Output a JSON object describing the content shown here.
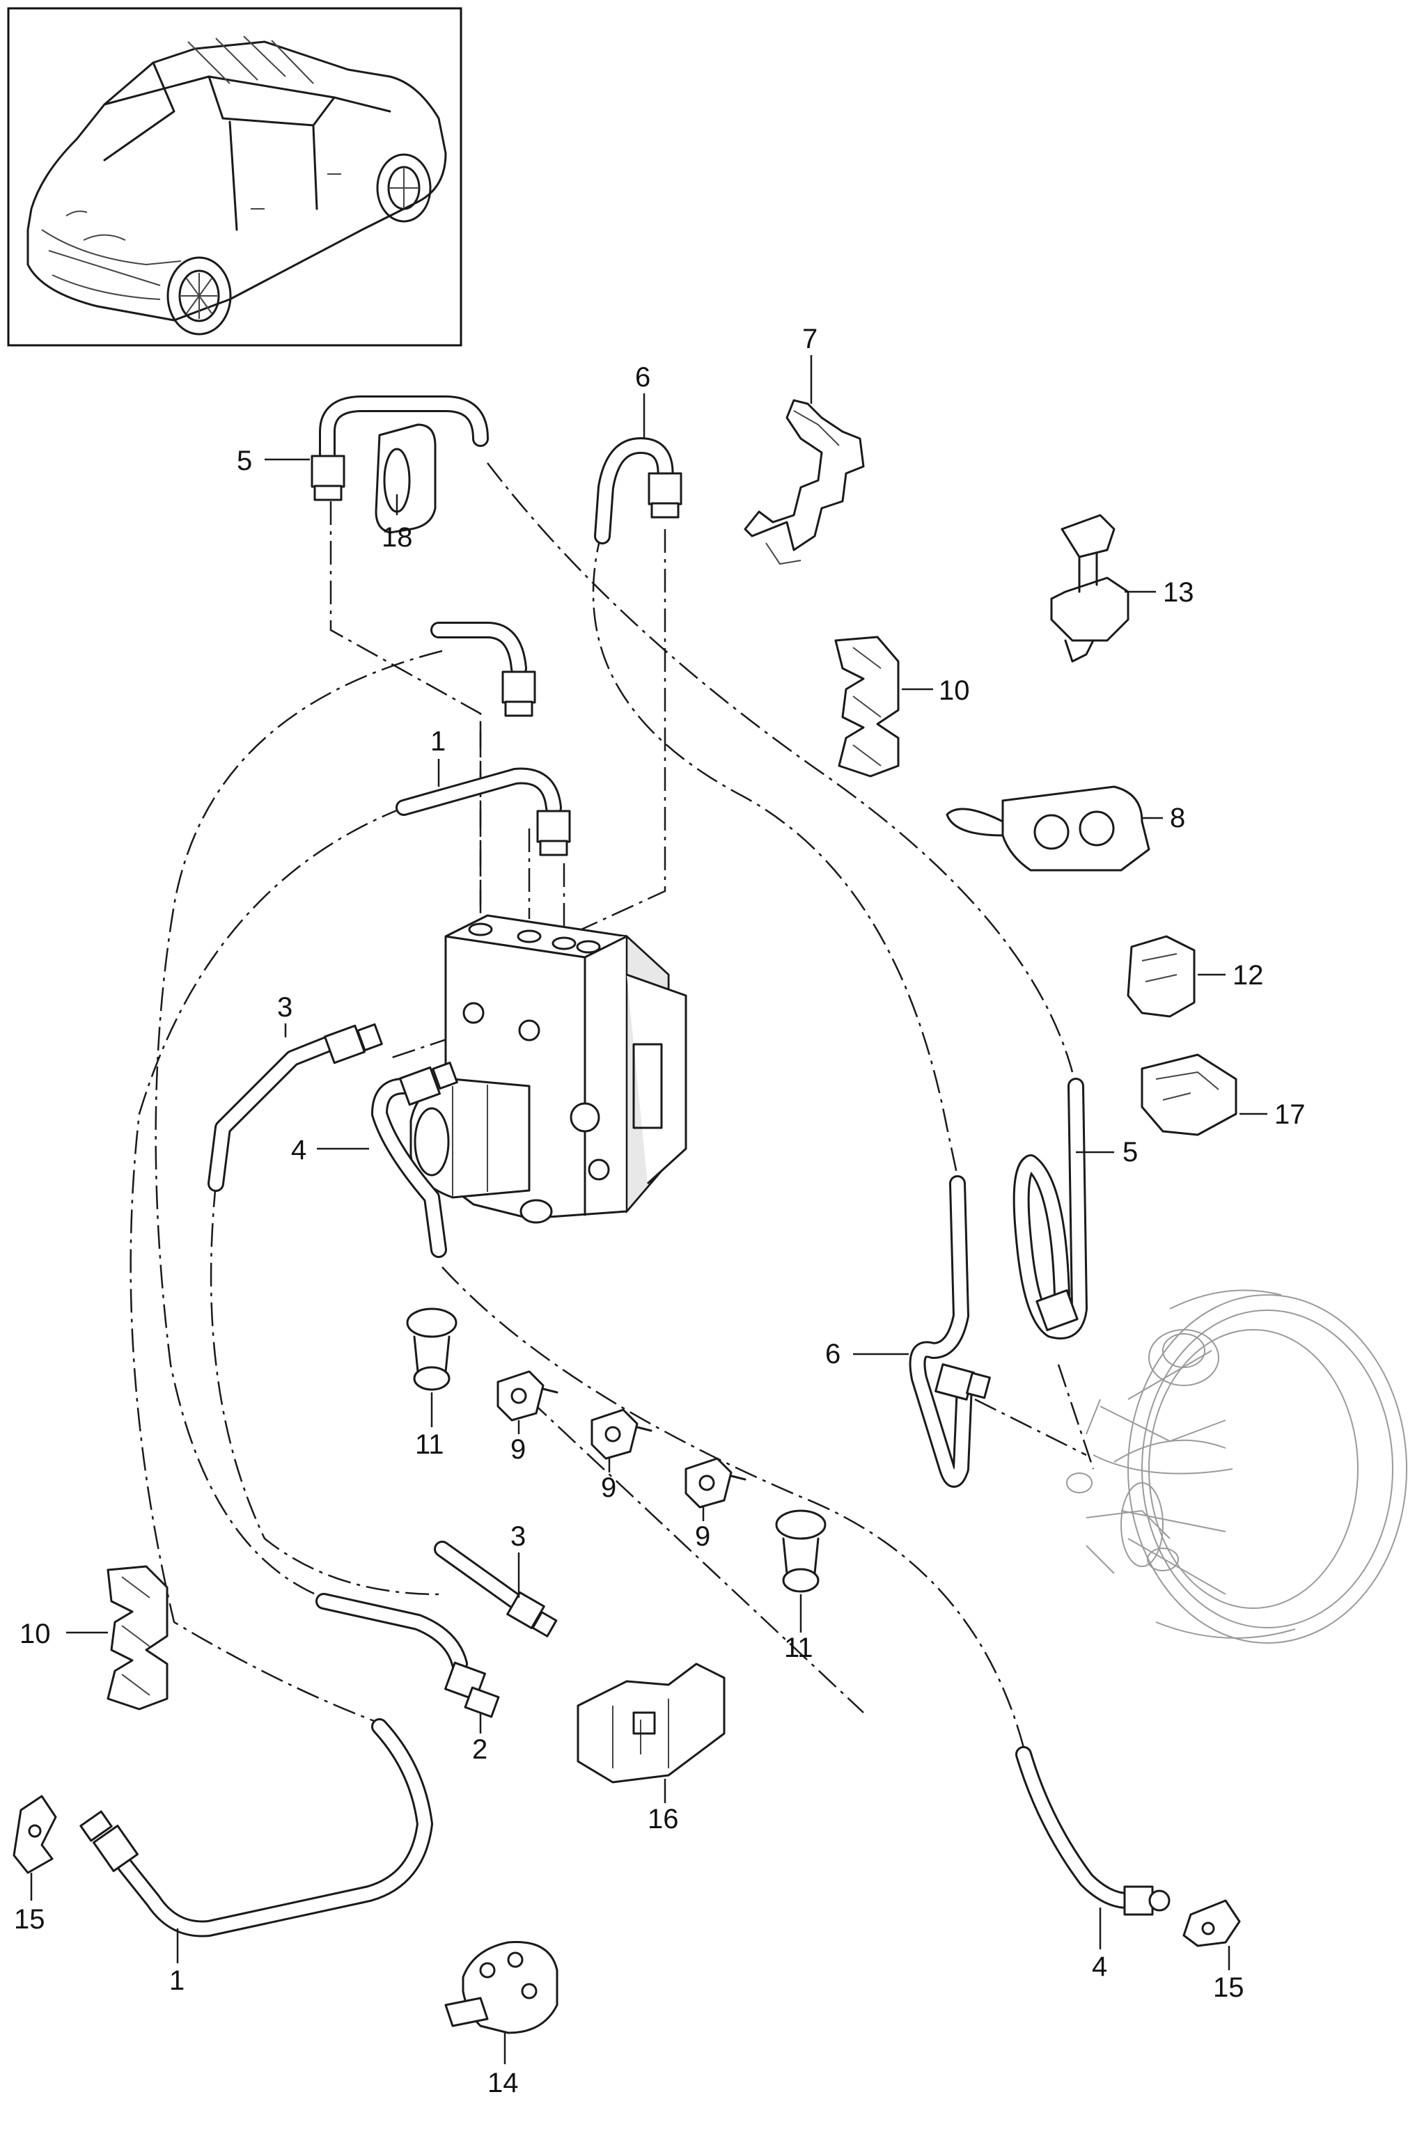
{
  "callouts": {
    "c1a": "1",
    "c1b": "1",
    "c2": "2",
    "c3a": "3",
    "c3b": "3",
    "c4a": "4",
    "c4b": "4",
    "c5a": "5",
    "c5b": "5",
    "c6a": "6",
    "c6b": "6",
    "c7": "7",
    "c8": "8",
    "c9a": "9",
    "c9b": "9",
    "c9c": "9",
    "c10a": "10",
    "c10b": "10",
    "c11a": "11",
    "c11b": "11",
    "c12": "12",
    "c13": "13",
    "c14": "14",
    "c15a": "15",
    "c15b": "15",
    "c16": "16",
    "c17": "17",
    "c18": "18"
  }
}
